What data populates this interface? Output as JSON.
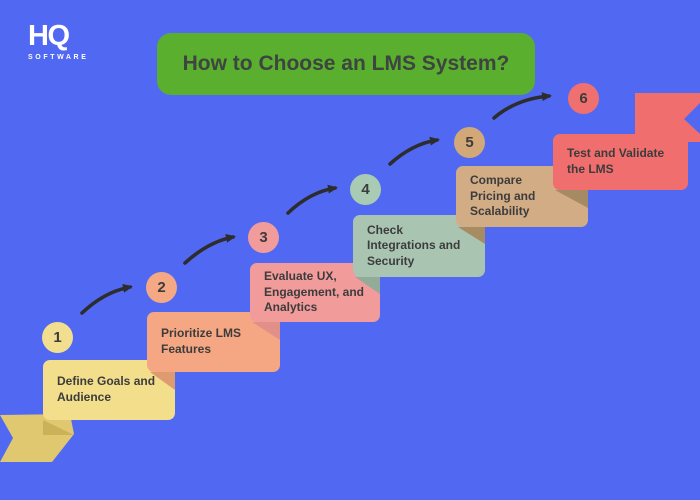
{
  "background_color": "#5169F2",
  "logo": {
    "text": "HQ",
    "subtext": "SOFTWARE",
    "color": "#FFFFFF"
  },
  "title": {
    "text": "How to Choose an LMS System?",
    "bg_color": "#5AAF2E",
    "text_color": "#3E4440"
  },
  "arrow_color": "#2D2D2D",
  "steps": [
    {
      "number": "1",
      "label": "Define Goals and\nAudience",
      "card_color": "#F2DE8B",
      "circle_color": "#F2DE8F",
      "text_color": "#3C3C3C"
    },
    {
      "number": "2",
      "label": "Prioritize LMS\nFeatures",
      "card_color": "#F5A783",
      "circle_color": "#F5A884",
      "fold_color": "#DF9B70",
      "text_color": "#3C3C3C"
    },
    {
      "number": "3",
      "label": "Evaluate UX,\nEngagement, and\nAnalytics",
      "card_color": "#F29B9B",
      "circle_color": "#F29B9B",
      "fold_color": "#E19089",
      "text_color": "#3C3C3C"
    },
    {
      "number": "4",
      "label": "Check\nIntegrations and\nSecurity",
      "card_color": "#A9C5B2",
      "circle_color": "#A9CBB4",
      "fold_color": "#93AC9A",
      "text_color": "#3C3C3C"
    },
    {
      "number": "5",
      "label": "Compare\nPricing and\nScalability",
      "card_color": "#D2AC85",
      "circle_color": "#D2A878",
      "fold_color": "#A78B62",
      "text_color": "#3C3C3C"
    },
    {
      "number": "6",
      "label": "Test and Validate\nthe LMS",
      "card_color": "#F06E6E",
      "circle_color": "#F07070",
      "fold_color": "#A68A64",
      "text_color": "#3C3C3C"
    }
  ],
  "ribbons": {
    "start_color": "#DFC870",
    "start_fold_color": "#CBB158",
    "end_color": "#F06E6E"
  }
}
